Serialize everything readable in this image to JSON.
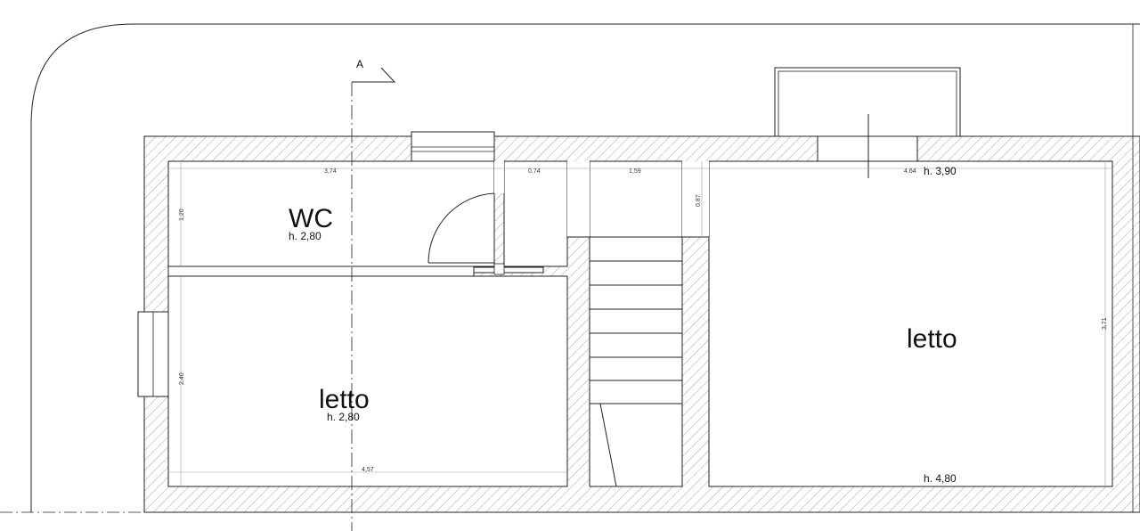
{
  "section_marker": "A",
  "rooms": {
    "wc": {
      "name": "WC",
      "height": "h. 2,80"
    },
    "bedroom_left": {
      "name": "letto",
      "height": "h. 2,80"
    },
    "bedroom_right": {
      "name": "letto",
      "height_top": "h. 3,90",
      "height_bottom": "h. 4,80"
    }
  },
  "dimensions": {
    "wc_width": "3,74",
    "door_gap": "0,74",
    "stair_width": "1,59",
    "right_room_width": "4,64",
    "wc_depth": "1,20",
    "landing_depth": "0,87",
    "left_room_depth": "2,40",
    "left_room_width": "4,57",
    "right_room_depth": "3,71"
  }
}
